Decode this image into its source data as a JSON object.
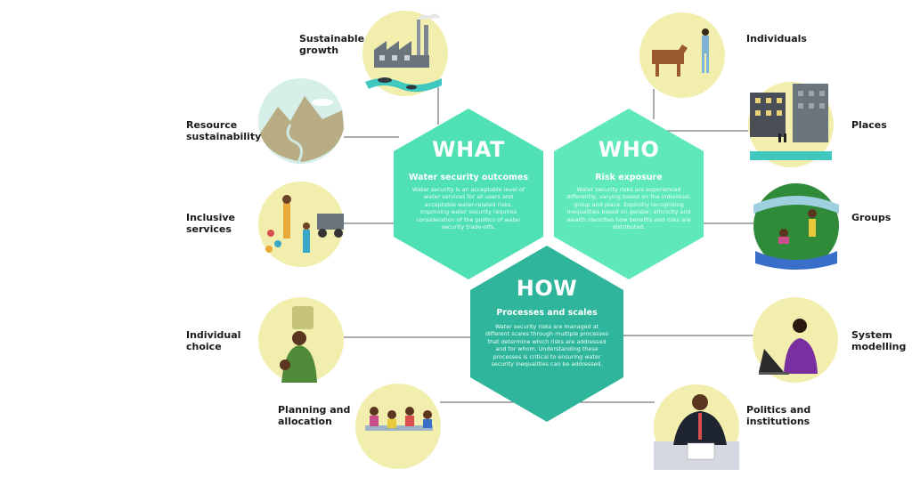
{
  "colors": {
    "what_hex": "#4fe0b4",
    "who_hex": "#5ee8bc",
    "how_hex": "#2eb59b",
    "circle_fill": "#f2eeae",
    "connector": "#555555"
  },
  "hexagons": {
    "what": {
      "heading": "WHAT",
      "subheading": "Water security outcomes",
      "body": "Water security is an acceptable level of water services for all users and acceptable water-related risks. Improving water security requires consideration of the politics of water security trade-offs."
    },
    "who": {
      "heading": "WHO",
      "subheading": "Risk exposure",
      "body": "Water security risks are experienced differently, varying based on the individual, group and place. Explicitly recognising inequalities based on gender, ethnicity and wealth identifies how benefits and risks are distributed."
    },
    "how": {
      "heading": "HOW",
      "subheading": "Processes and scales",
      "body": "Water security risks are managed at different scales through multiple processes that determine which risks are addressed and for whom. Understanding these processes is critical to ensuring water security inequalities can be addressed."
    }
  },
  "labels": {
    "sustainable_growth": "Sustainable\ngrowth",
    "resource_sustainability": "Resource\nsustainability",
    "inclusive_services": "Inclusive\nservices",
    "individual_choice": "Individual\nchoice",
    "planning_allocation": "Planning and\nallocation",
    "individuals": "Individuals",
    "places": "Places",
    "groups": "Groups",
    "system_modelling": "System\nmodelling",
    "politics_institutions": "Politics and\ninstitutions"
  },
  "icons": {
    "sustainable_growth": "factory-icon",
    "resource_sustainability": "mountain-river-icon",
    "inclusive_services": "water-cart-icon",
    "individual_choice": "woman-carrying-water-icon",
    "planning_allocation": "meeting-table-icon",
    "individuals": "man-with-cow-icon",
    "places": "buildings-icon",
    "groups": "farm-workers-icon",
    "system_modelling": "laptop-user-icon",
    "politics_institutions": "official-signing-icon"
  }
}
